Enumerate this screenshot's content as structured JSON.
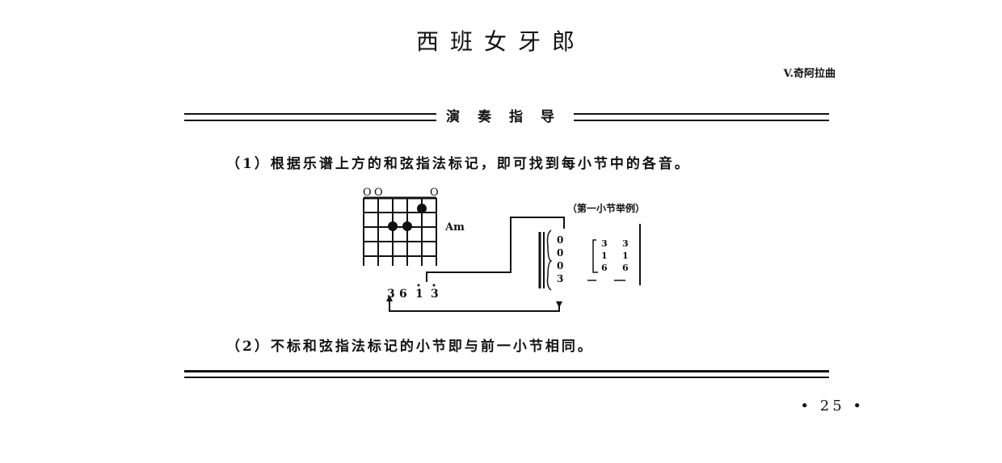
{
  "title": "西班女牙郎",
  "composer": "V.奇阿拉曲",
  "guide": {
    "heading": "演奏指导",
    "para1": "（1）根据乐谱上方的和弦指法标记，即可找到每小节中的各音。",
    "para2": "（2）不标和弦指法标记的小节即与前一小节相同。"
  },
  "diagram": {
    "chord_name": "Am",
    "open_markers": [
      "O",
      "O",
      "O"
    ],
    "example_label": "（第一小节举例）",
    "bottom_notes": [
      "3",
      "6",
      "1",
      "3"
    ],
    "stack_notes": [
      "0",
      "0",
      "0",
      "3"
    ],
    "staff_col1": [
      "3",
      "1",
      "6"
    ],
    "staff_col2": [
      "3",
      "1",
      "6"
    ]
  },
  "page_number": "• 25 •"
}
